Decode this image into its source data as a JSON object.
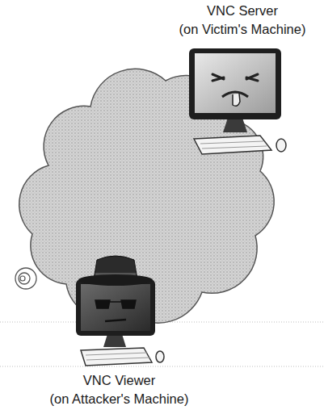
{
  "diagram": {
    "nodes": [
      {
        "text": [
          "VNC Server",
          "(on Victim's Machine)"
        ]
      },
      {
        "text": [
          "VNC Viewer",
          "(on Attacker's Machine)"
        ]
      }
    ]
  }
}
